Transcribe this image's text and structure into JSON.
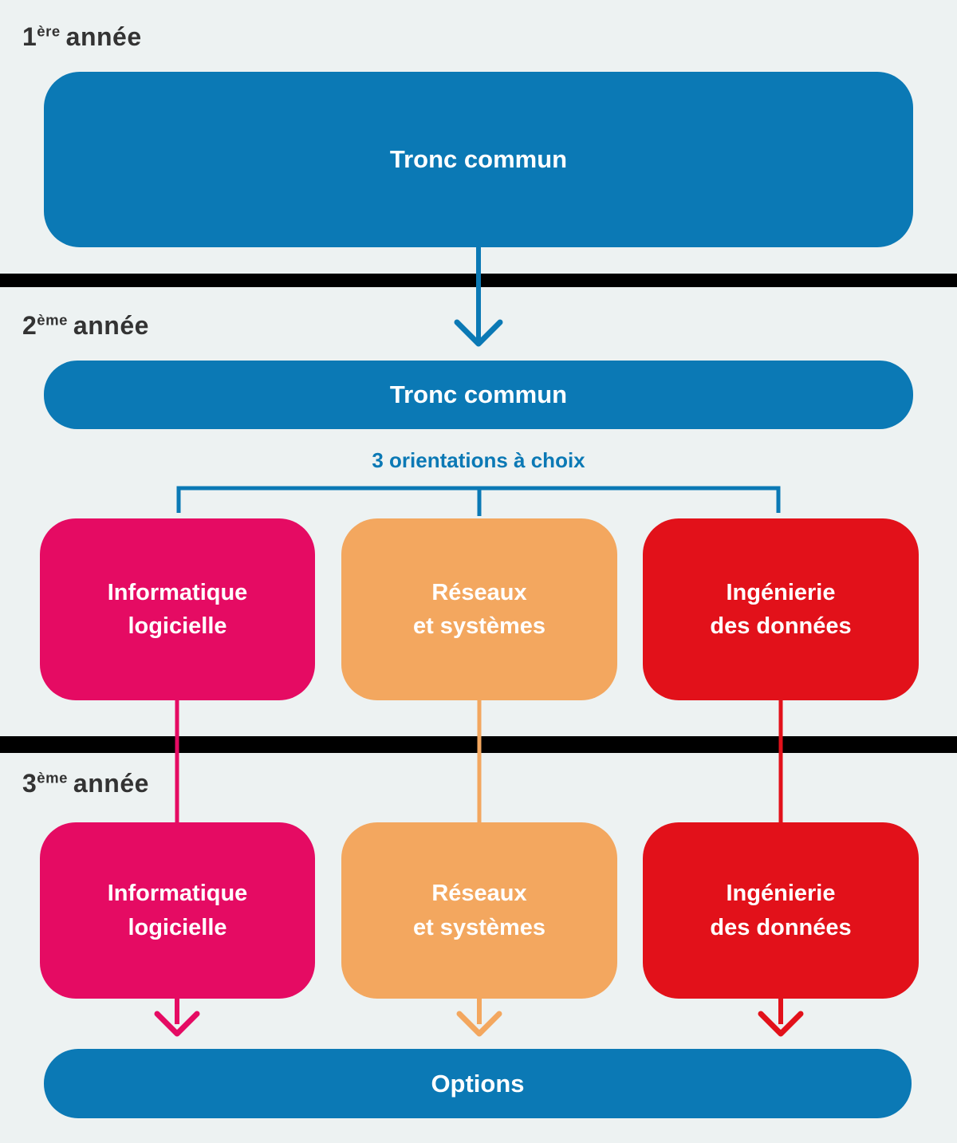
{
  "colors": {
    "background": "#edf2f2",
    "blue": "#0b79b5",
    "pink": "#e50b63",
    "orange": "#f3a75f",
    "red": "#e2111a",
    "divider": "#000000",
    "year_text": "#333333",
    "box_text": "#ffffff"
  },
  "years": [
    {
      "num": "1",
      "sup": "ère",
      "rest": "année"
    },
    {
      "num": "2",
      "sup": "ème",
      "rest": "année"
    },
    {
      "num": "3",
      "sup": "ème",
      "rest": "année"
    }
  ],
  "year1": {
    "box": "Tronc commun"
  },
  "year2": {
    "box": "Tronc commun",
    "orientations": "3 orientations à choix"
  },
  "tracks": [
    {
      "line1": "Informatique",
      "line2": "logicielle"
    },
    {
      "line1": "Réseaux",
      "line2": "et systèmes"
    },
    {
      "line1": "Ingénierie",
      "line2": "des données"
    }
  ],
  "year3": {
    "options": "Options"
  }
}
